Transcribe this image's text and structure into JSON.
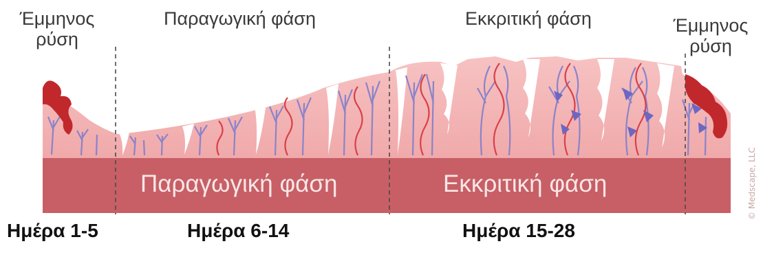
{
  "phases": {
    "menses_left": {
      "line1": "Έμμηνος",
      "line2": "ρύση"
    },
    "proliferative_top": "Παραγωγική φάση",
    "secretory_top": "Εκκριτική φάση",
    "menses_right": {
      "line1": "Έμμηνος",
      "line2": "ρύση"
    }
  },
  "band": {
    "proliferative": "Παραγωγική φάση",
    "secretory": "Εκκριτική φάση"
  },
  "days": {
    "menses": "Ημέρα 1-5",
    "proliferative": "Ημέρα 6-14",
    "secretory": "Ημέρα 15-28"
  },
  "credit": "© Medscape, LLC",
  "colors": {
    "tissue": "#f3b6b6",
    "band": "#c85f66",
    "vein": "#8a83c9",
    "artery": "#d9404a",
    "blood": "#c0282c"
  }
}
